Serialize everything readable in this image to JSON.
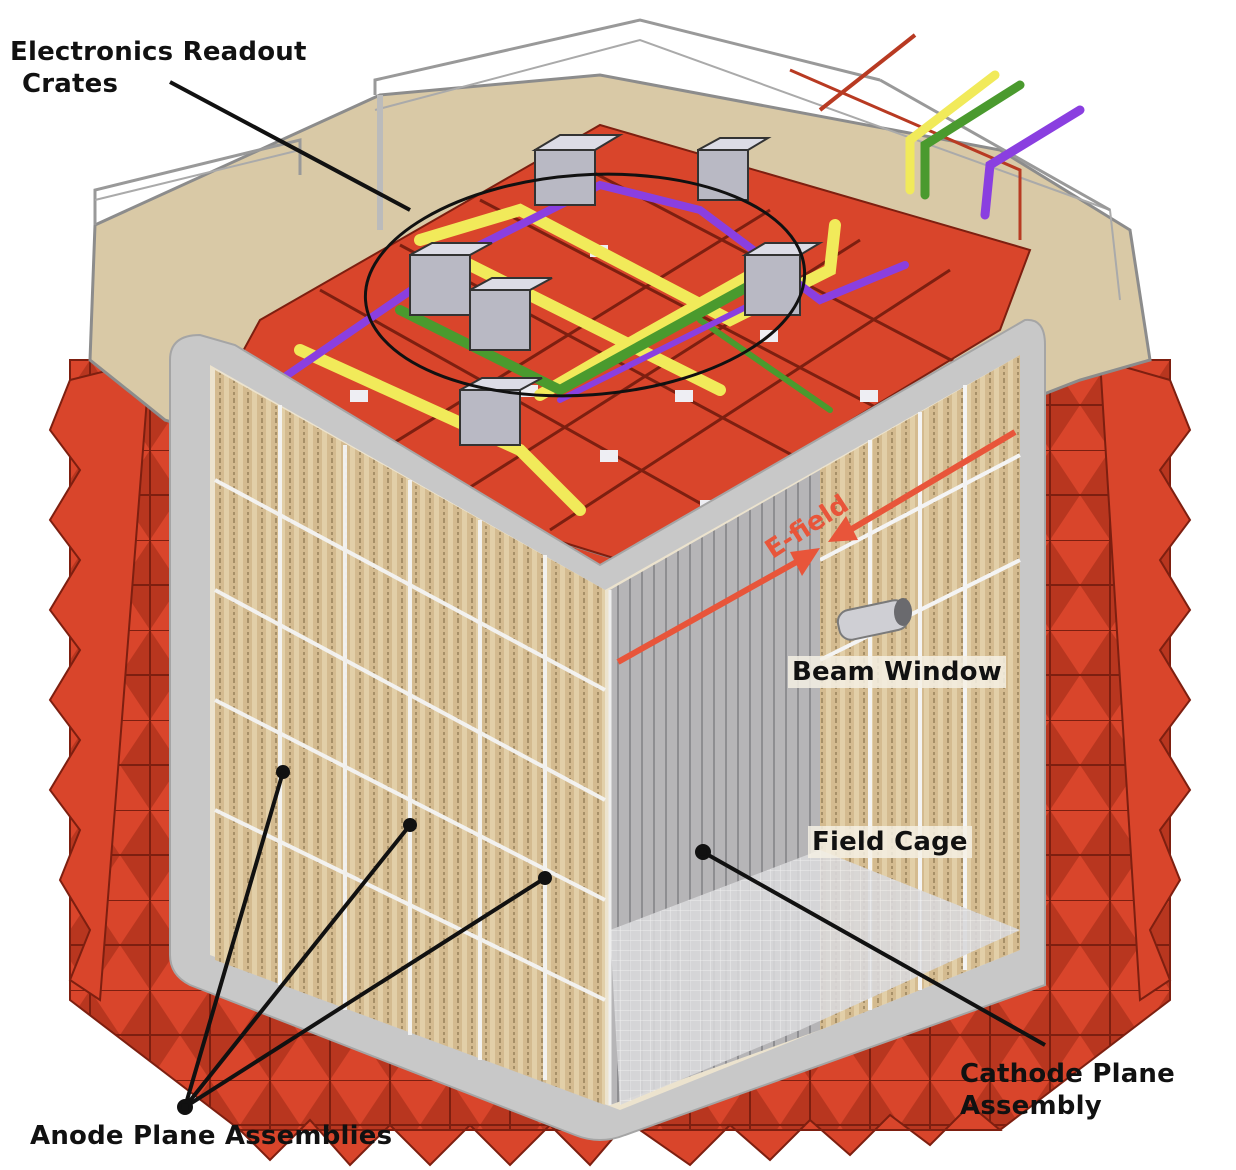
{
  "diagram": {
    "labels": {
      "electronics_readout_crates": [
        "Electronics Readout",
        "Crates"
      ],
      "anode_plane_assemblies": "Anode Plane Assemblies",
      "cathode_plane_assembly": [
        "Cathode Plane",
        "Assembly"
      ],
      "beam_window": "Beam Window",
      "field_cage": "Field Cage",
      "e_field": "E-field"
    },
    "colors": {
      "cryostat_red": "#d9452b",
      "cryostat_dark_red": "#9e2a18",
      "deck_tan": "#d9c9a6",
      "frame_gray": "#c8c8c8",
      "anode_tan": "#cdb184",
      "cathode_gray": "#a9a9ad",
      "pipe_yellow": "#f1ea5a",
      "pipe_green": "#4a9a2e",
      "pipe_purple": "#8a3fe0",
      "crate_gray": "#b9b9c4",
      "arrow_red": "#e8553a",
      "leader_black": "#111111"
    }
  }
}
